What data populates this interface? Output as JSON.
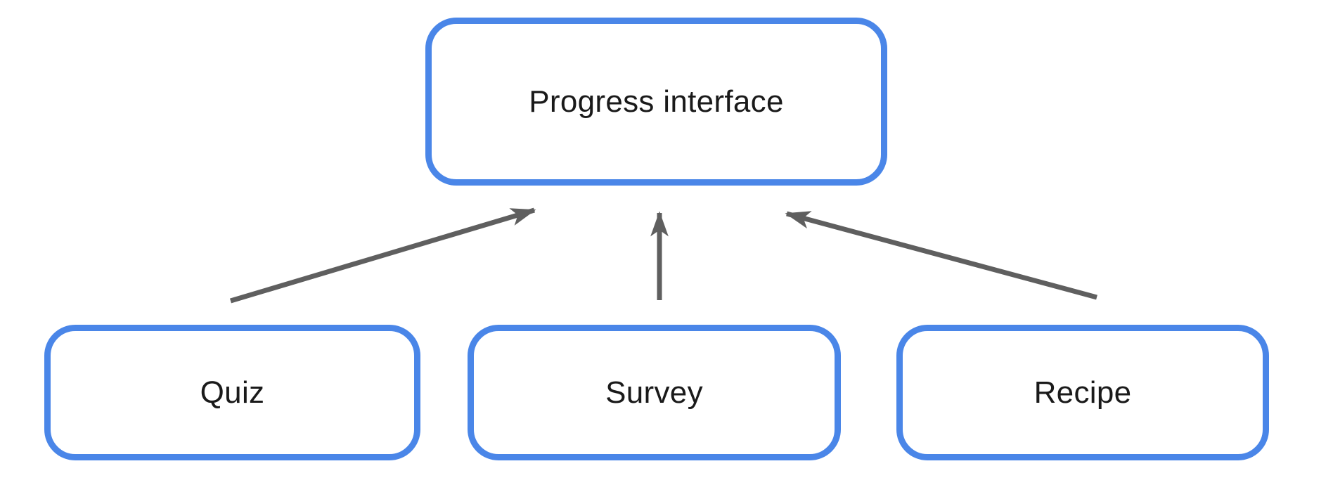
{
  "diagram": {
    "background_color": "#ffffff",
    "node_border_color": "#4a86e8",
    "node_fill_color": "#ffffff",
    "node_text_color": "#1a1a1a",
    "arrow_color": "#5f5f5f",
    "nodes": [
      {
        "id": "progress-interface",
        "label": "Progress interface"
      },
      {
        "id": "quiz",
        "label": "Quiz"
      },
      {
        "id": "survey",
        "label": "Survey"
      },
      {
        "id": "recipe",
        "label": "Recipe"
      }
    ],
    "edges": [
      {
        "from": "Quiz",
        "to": "Progress interface",
        "direction": "up",
        "arrowhead": "barbed"
      },
      {
        "from": "Survey",
        "to": "Progress interface",
        "direction": "up",
        "arrowhead": "barbed"
      },
      {
        "from": "Recipe",
        "to": "Progress interface",
        "direction": "up",
        "arrowhead": "barbed"
      }
    ]
  }
}
